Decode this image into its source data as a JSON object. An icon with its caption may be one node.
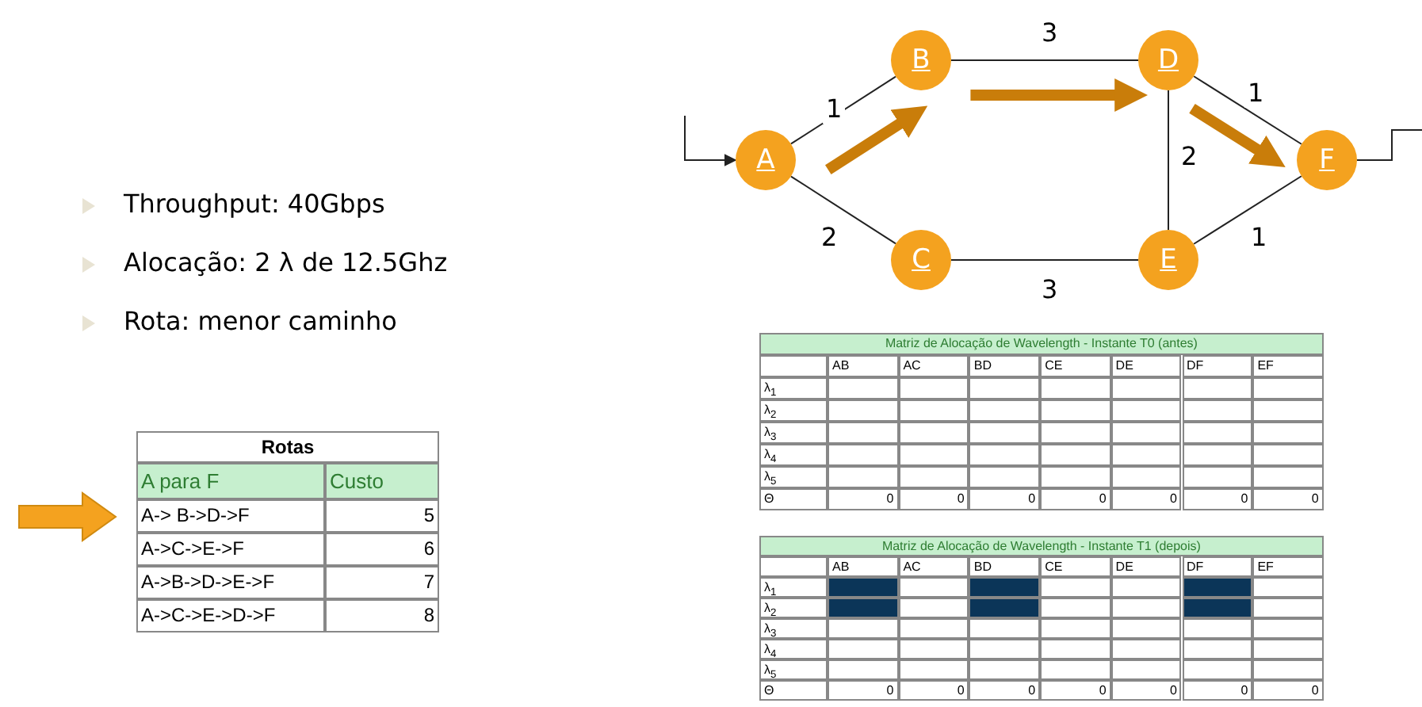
{
  "diagram": {
    "nodes": [
      {
        "text": [
          "A"
        ]
      },
      {
        "text": [
          "B"
        ]
      },
      {
        "text": [
          "C"
        ]
      },
      {
        "text": [
          "D"
        ]
      },
      {
        "text": [
          "E"
        ]
      },
      {
        "text": [
          "F"
        ]
      }
    ],
    "edges": [
      {
        "from": 0,
        "to": 1,
        "arrow": "none",
        "label": "1"
      },
      {
        "from": 0,
        "to": 2,
        "arrow": "none",
        "label": "2"
      },
      {
        "from": 1,
        "to": 3,
        "arrow": "none",
        "label": "3"
      },
      {
        "from": 2,
        "to": 4,
        "arrow": "none",
        "label": "3"
      },
      {
        "from": 3,
        "to": 4,
        "arrow": "none",
        "label": "2"
      },
      {
        "from": 3,
        "to": 5,
        "arrow": "none",
        "label": "1"
      },
      {
        "from": 4,
        "to": 5,
        "arrow": "none",
        "label": "1"
      },
      {
        "from": null,
        "to": 0,
        "arrow": "to"
      },
      {
        "from": 5,
        "to": null,
        "arrow": "none"
      },
      {
        "from": 0,
        "to": 1,
        "arrow": "to",
        "style": "thick",
        "color": "#c97d0a"
      },
      {
        "from": 1,
        "to": 3,
        "arrow": "to",
        "style": "thick",
        "color": "#c97d0a"
      },
      {
        "from": 3,
        "to": 5,
        "arrow": "to",
        "style": "thick",
        "color": "#c97d0a"
      }
    ],
    "labels": [
      "Throughput: 40Gbps",
      "Alocação: 2 λ de 12.5Ghz",
      "Rota: menor caminho",
      "Matriz de Alocação de Wavelength - Instante T0 (antes)",
      "AB",
      "AC",
      "BD",
      "CE",
      "DE",
      "DF",
      "EF",
      "λ$_{1}$",
      "λ$_{2}$",
      "λ$_{3}$",
      "λ$_{4}$",
      "λ$_{5}$",
      "Θ",
      "0",
      "0",
      "0",
      "0",
      "0",
      "0",
      "0",
      "Rotas",
      "A para F",
      "Custo",
      "A-> B->D->F",
      "5",
      "A->C->E->F",
      "6",
      "A->B->D->E->F",
      "7",
      "A->C->E->D->F",
      "8",
      "Matriz de Alocação de Wavelength - Instante T1 (depois)",
      "AB",
      "AC",
      "BD",
      "CE",
      "DE",
      "DF",
      "EF",
      "λ$_{1}$",
      "λ$_{2}$",
      "λ$_{3}$",
      "λ$_{4}$",
      "λ$_{5}$",
      "Θ",
      "0",
      "0",
      "0",
      "0",
      "0",
      "0",
      "0"
    ]
  }
}
